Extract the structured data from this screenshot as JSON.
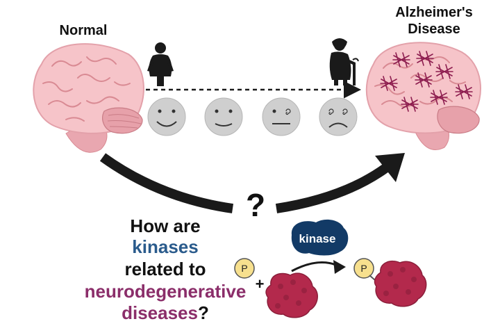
{
  "labels": {
    "normal": "Normal",
    "alzheimers_line1": "Alzheimer's",
    "alzheimers_line2": "Disease",
    "question_mark": "?",
    "plus": "+"
  },
  "question": {
    "line1": "How are",
    "line2_highlight": "kinases",
    "line3": "related to",
    "line4_highlight": "neurodegenerative",
    "line5_highlight": "diseases",
    "line5_suffix": "?"
  },
  "reaction": {
    "enzyme_label": "kinase",
    "phosphate_label": "P"
  },
  "faces": [
    "happy-face",
    "neutral-smile-face",
    "flat-face",
    "frown-face"
  ],
  "colors": {
    "brain": "#f6c4c9",
    "brain_fold": "#d98a93",
    "plaque": "#8d1d4f",
    "kinase_blob": "#123a66",
    "kinases_text": "#2a5b8c",
    "disease_text": "#8b2e6a",
    "protein": "#b3294c",
    "phosphate": "#f7e08e",
    "face": "#cfcfcf",
    "arrow": "#1a1a1a"
  }
}
